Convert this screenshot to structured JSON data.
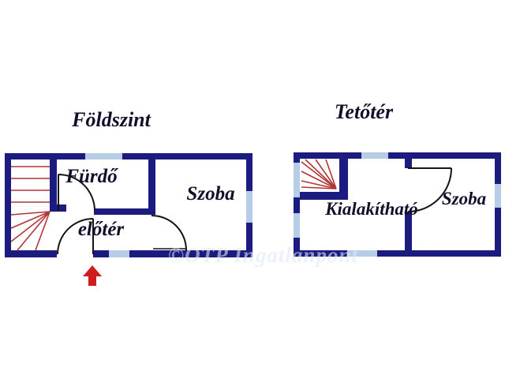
{
  "image_type": "real-estate floor plan diagram",
  "colors": {
    "wall": "#1b1b80",
    "window": "#b7cde6",
    "stairs_red": "#b23535",
    "door_black": "#141414",
    "entrance_arrow_red": "#cf1d1d",
    "label_text": "#10102a",
    "background": "#ffffff"
  },
  "floor_plans": [
    {
      "title": "Földszint",
      "rooms": [
        {
          "label": "Fürdő"
        },
        {
          "label": "Szoba"
        },
        {
          "label": "előtér"
        }
      ],
      "features": [
        "staircase",
        "entrance-arrow",
        "three-doors",
        "windows"
      ]
    },
    {
      "title": "Tetőtér",
      "rooms": [
        {
          "label": "Kialakítható"
        },
        {
          "label": "Szoba"
        }
      ],
      "features": [
        "staircase",
        "one-door",
        "windows"
      ]
    }
  ],
  "watermark": {
    "text": "©OTP Ingatlanpont"
  }
}
